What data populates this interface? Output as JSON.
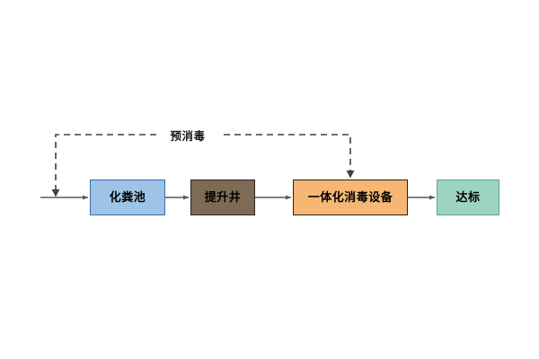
{
  "diagram": {
    "type": "process-flow",
    "title": "",
    "background_color": "#ffffff",
    "nodes": [
      {
        "id": "septic-tank",
        "label": "化粪池",
        "fill": "#9DC3E6",
        "stroke": "#3F6EA5"
      },
      {
        "id": "lift-well",
        "label": "提升井",
        "fill": "#7E6B56",
        "stroke": "#262626"
      },
      {
        "id": "integrated-disinfection-equipment",
        "label": "一体化消毒设备",
        "fill": "#F5B773",
        "stroke": "#262626"
      },
      {
        "id": "meets-standard",
        "label": "达标",
        "fill": "#9CD4C0",
        "stroke": "#5FA38D"
      }
    ],
    "feedback": {
      "label": "预消毒",
      "style": "dashed",
      "color": "#404040",
      "from": "integrated-disinfection-equipment",
      "to": "inlet"
    },
    "connector_color": "#595959"
  }
}
